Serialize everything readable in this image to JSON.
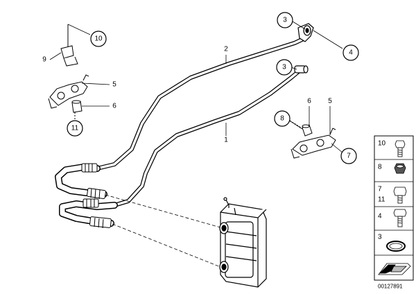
{
  "diagram": {
    "document_id": "00127891",
    "callouts": {
      "c10": "10",
      "c9": "9",
      "c5a": "5",
      "c6a": "6",
      "c11": "11",
      "c3a": "3",
      "c4": "4",
      "c2": "2",
      "c3b": "3",
      "c1": "1",
      "c8": "8",
      "c6b": "6",
      "c5b": "5",
      "c7": "7"
    },
    "legend": [
      {
        "label": "10",
        "icon": "bolt-icon"
      },
      {
        "label": "8",
        "icon": "nut-icon"
      },
      {
        "label": "7",
        "icon": "bolt-icon"
      },
      {
        "label": "11",
        "icon": "bolt-icon"
      },
      {
        "label": "4",
        "icon": "bolt-icon"
      },
      {
        "label": "3",
        "icon": "seal-ring-icon"
      },
      {
        "label": "",
        "icon": "scale-bar-icon"
      }
    ]
  }
}
